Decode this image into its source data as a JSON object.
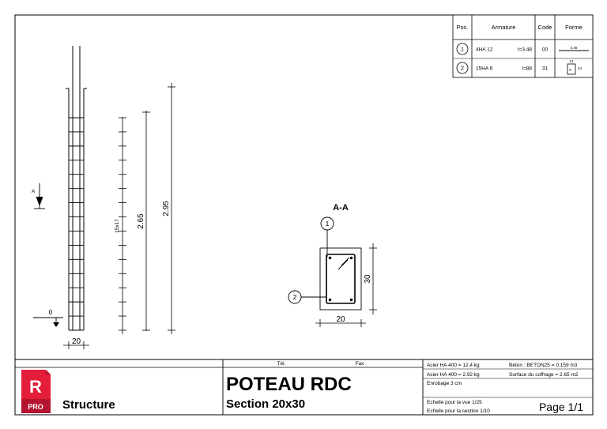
{
  "table": {
    "headers": {
      "pos": "Pos.",
      "armature": "Armature",
      "code": "Code",
      "forme": "Forme"
    },
    "rows": [
      {
        "pos": "1",
        "bars": "4HA 12",
        "length": "l=3.48",
        "code": "00",
        "shape_label": "3.48"
      },
      {
        "pos": "2",
        "bars": "15HA 6",
        "length": "l=88",
        "code": "31",
        "shape_top": "14",
        "shape_left": "8",
        "shape_right": "24"
      }
    ]
  },
  "elevation": {
    "section_marker": "A",
    "level_zero": "0",
    "width_dim": "20",
    "stirrups_label": "15x17",
    "dim_265": "2.65",
    "dim_295": "2.95"
  },
  "section": {
    "title": "A-A",
    "callout_1": "1",
    "callout_2": "2",
    "width_dim": "20",
    "height_dim": "30"
  },
  "title_block": {
    "logo_letter": "R",
    "logo_badge": "PRO",
    "app_name": "Structure",
    "tel_label": "Tél.",
    "fax_label": "Fax",
    "title": "POTEAU RDC",
    "subtitle": "Section 20x30",
    "steel_1": "Acier HA 400 = 12.4 kg",
    "steel_2": "Acier HA 400 = 2.92 kg",
    "concrete": "Béton : BETON25 = 0.159 m3",
    "formwork": "Surface du coffrage = 2.65 m2",
    "cover": "Enrobage 3 cm",
    "scale_view": "Echelle pour la vue 1/25",
    "scale_section": "Echelle pour la section 1/10",
    "page": "Page 1/1"
  },
  "colors": {
    "logo_red": "#e41e3a",
    "logo_dark": "#b51430",
    "line": "#000000"
  }
}
